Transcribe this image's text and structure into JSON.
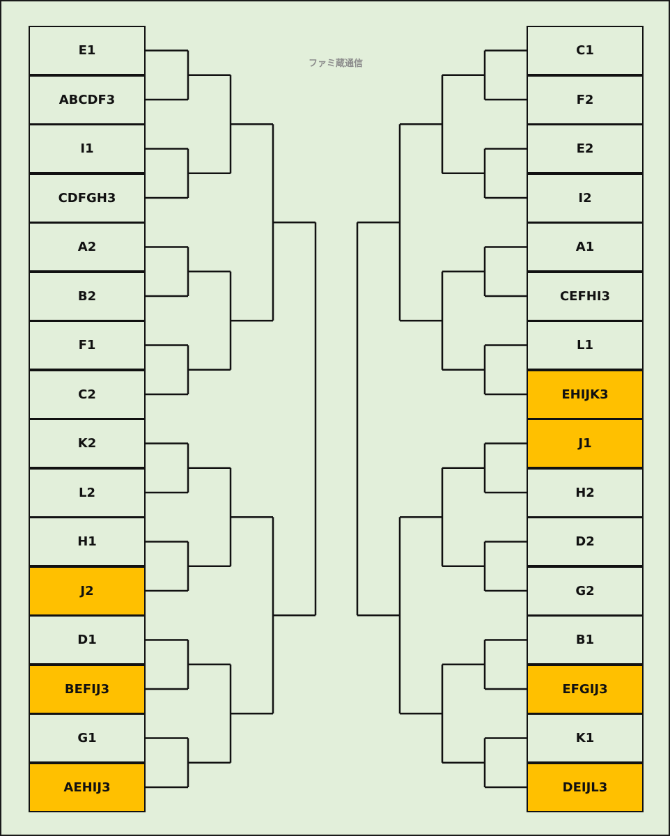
{
  "title": "ファミ蔵通信",
  "highlight_color": "#ffc000",
  "background_color": "#e2efda",
  "left_teams": [
    {
      "label": "E1",
      "highlighted": false
    },
    {
      "label": "ABCDF3",
      "highlighted": false
    },
    {
      "label": "I1",
      "highlighted": false
    },
    {
      "label": "CDFGH3",
      "highlighted": false
    },
    {
      "label": "A2",
      "highlighted": false
    },
    {
      "label": "B2",
      "highlighted": false
    },
    {
      "label": "F1",
      "highlighted": false
    },
    {
      "label": "C2",
      "highlighted": false
    },
    {
      "label": "K2",
      "highlighted": false
    },
    {
      "label": "L2",
      "highlighted": false
    },
    {
      "label": "H1",
      "highlighted": false
    },
    {
      "label": "J2",
      "highlighted": true
    },
    {
      "label": "D1",
      "highlighted": false
    },
    {
      "label": "BEFIJ3",
      "highlighted": true
    },
    {
      "label": "G1",
      "highlighted": false
    },
    {
      "label": "AEHIJ3",
      "highlighted": true
    }
  ],
  "right_teams": [
    {
      "label": "C1",
      "highlighted": false
    },
    {
      "label": "F2",
      "highlighted": false
    },
    {
      "label": "E2",
      "highlighted": false
    },
    {
      "label": "I2",
      "highlighted": false
    },
    {
      "label": "A1",
      "highlighted": false
    },
    {
      "label": "CEFHI3",
      "highlighted": false
    },
    {
      "label": "L1",
      "highlighted": false
    },
    {
      "label": "EHIJK3",
      "highlighted": true
    },
    {
      "label": "J1",
      "highlighted": true
    },
    {
      "label": "H2",
      "highlighted": false
    },
    {
      "label": "D2",
      "highlighted": false
    },
    {
      "label": "G2",
      "highlighted": false
    },
    {
      "label": "B1",
      "highlighted": false
    },
    {
      "label": "EFGIJ3",
      "highlighted": true
    },
    {
      "label": "K1",
      "highlighted": false
    },
    {
      "label": "DEIJL3",
      "highlighted": true
    }
  ]
}
